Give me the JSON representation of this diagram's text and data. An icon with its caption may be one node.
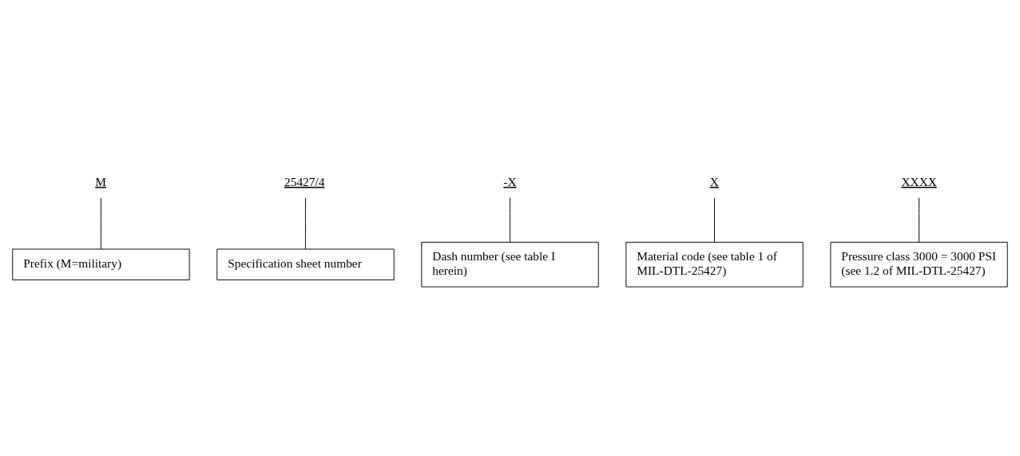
{
  "diagram": {
    "nodes": [
      {
        "text": [
          "M"
        ]
      },
      {
        "text": [
          "25427/4"
        ]
      },
      {
        "text": [
          "-X"
        ]
      },
      {
        "text": [
          "X"
        ]
      },
      {
        "text": [
          "XXXX"
        ]
      },
      {
        "text": [
          "Pressure class 3000 = 3000 PSI (see 1.2 of MIL-DTL-25427)"
        ]
      },
      {
        "text": [
          "Material code (see table 1 of MIL-DTL-25427)"
        ]
      },
      {
        "text": [
          "Dash number (see table I herein)"
        ]
      },
      {
        "text": [
          "Specification sheet number"
        ]
      },
      {
        "text": [
          "Prefix (M=military)"
        ]
      }
    ],
    "edges": [
      {
        "from": 4,
        "to": 5,
        "arrow": "none"
      },
      {
        "from": 3,
        "to": 6,
        "arrow": "none"
      },
      {
        "from": 2,
        "to": 7,
        "arrow": "none"
      },
      {
        "from": 1,
        "to": 8,
        "arrow": "none"
      },
      {
        "from": 0,
        "to": 9,
        "arrow": "none"
      }
    ]
  }
}
